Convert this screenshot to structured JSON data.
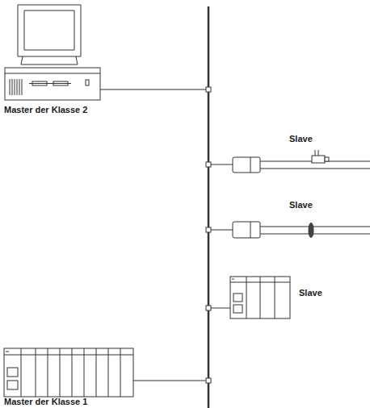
{
  "diagram": {
    "labels": [
      "Master der Klasse 2",
      "Slave",
      "Slave",
      "Slave",
      "Master der Klasse 1"
    ]
  }
}
